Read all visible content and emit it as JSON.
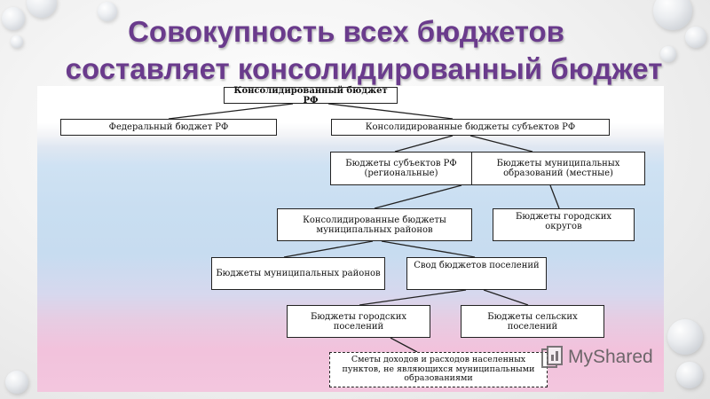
{
  "title": {
    "line1": "Совокупность всех бюджетов",
    "line2": "составляет консолидированный бюджет"
  },
  "diagram": {
    "nodes": {
      "consolidated_rf": "Консолидированный бюджет РФ",
      "federal": "Федеральный бюджет РФ",
      "consolidated_subjects": "Консолидированные бюджеты субъектов  РФ",
      "subjects_regional": "Бюджеты субъектов РФ (региональные)",
      "municipal_local": "Бюджеты муниципальных образований (местные)",
      "consolidated_municipal_districts": "Консолидированные бюджеты муниципальных районов",
      "city_districts": "Бюджеты городских округов",
      "municipal_districts": "Бюджеты муниципальных районов",
      "settlements_summary": "Свод бюджетов поселений",
      "urban_settlements": "Бюджеты городских поселений",
      "rural_settlements": "Бюджеты сельских поселений",
      "estimates": "Сметы доходов и расходов населенных пунктов, не являющихся муниципальными образованиями"
    }
  },
  "watermark": {
    "text": "MyShared",
    "icon": "myshared-logo-icon"
  },
  "colors": {
    "title": "#6a3b8c",
    "flag_white": "#ffffff",
    "flag_blue": "#c9def1",
    "flag_red": "#f3c6de"
  }
}
